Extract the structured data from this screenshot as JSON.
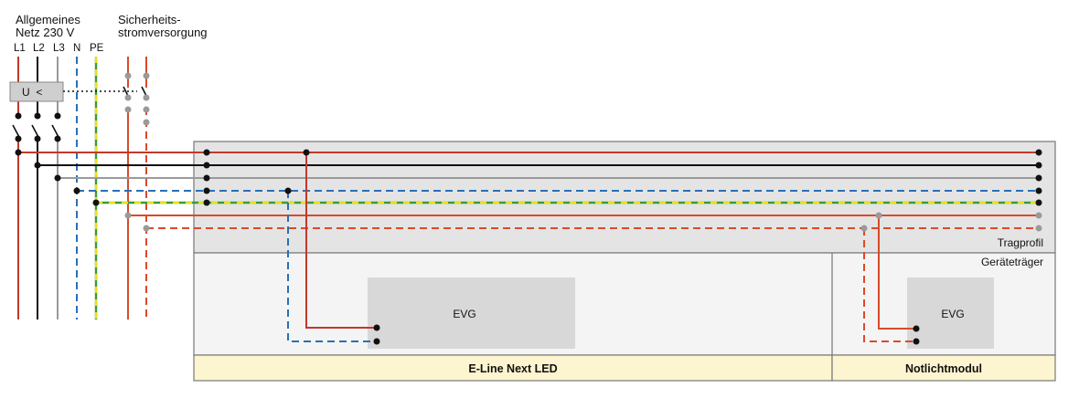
{
  "supply": {
    "general_line1": "Allgemeines",
    "general_line2": "Netz 230 V",
    "safety_line1": "Sicherheits-",
    "safety_line2": "stromversorgung",
    "conductors": [
      "L1",
      "L2",
      "L3",
      "N",
      "PE"
    ],
    "relay_label": "U  <"
  },
  "profile": {
    "label": "Tragprofil"
  },
  "carrier": {
    "label": "Geräteträger"
  },
  "devices": {
    "evg_main": "EVG",
    "evg_emergency": "EVG"
  },
  "footer": {
    "main_label": "E-Line Next LED",
    "emergency_label": "Notlichtmodul"
  },
  "colors": {
    "L1": "#c0392b",
    "L2": "#111111",
    "L3": "#9a9a9a",
    "N": "#2a6fb5",
    "PE_green": "#3a9a3a",
    "PE_yellow": "#e8e020",
    "safety": "#d94a2a",
    "profile_fill": "#e4e4e4",
    "carrier_fill": "#f4f4f4",
    "footer_fill": "#fcf5cf",
    "evg_fill": "#d8d8d8"
  }
}
